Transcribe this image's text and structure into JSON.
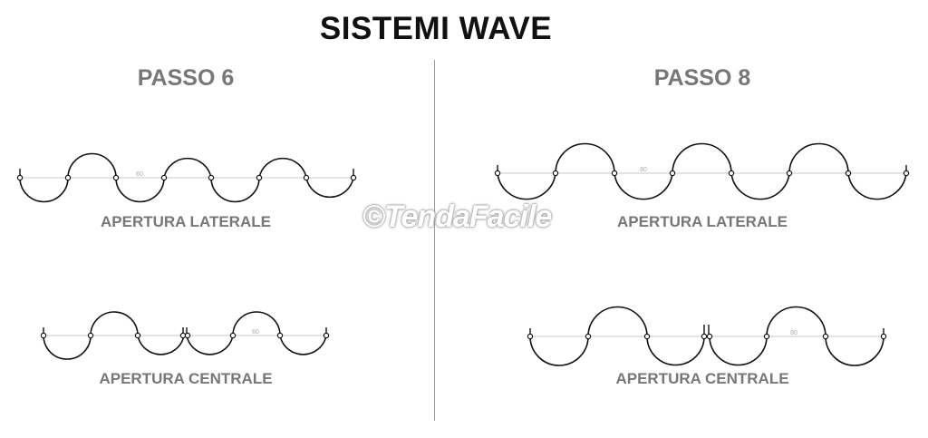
{
  "title": "SISTEMI WAVE",
  "left": {
    "heading": "PASSO 6",
    "lateral": {
      "label": "APERTURA LATERALE",
      "dim": "60"
    },
    "central": {
      "label": "APERTURA CENTRALE",
      "dim": "60"
    }
  },
  "right": {
    "heading": "PASSO 8",
    "lateral": {
      "label": "APERTURA LATERALE",
      "dim": "80"
    },
    "central": {
      "label": "APERTURA CENTRALE",
      "dim": "80"
    }
  },
  "watermark": "©TendaFacile",
  "colors": {
    "title": "#111111",
    "heading": "#777777",
    "line": "#111111",
    "guide": "#c8c8c8"
  }
}
